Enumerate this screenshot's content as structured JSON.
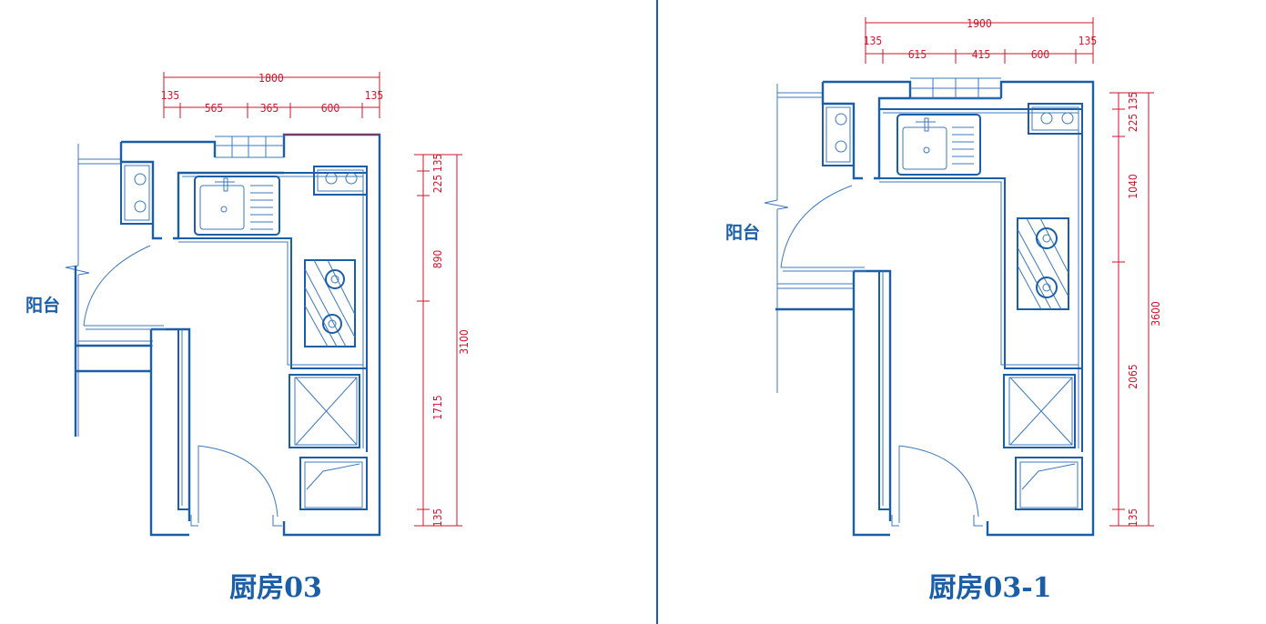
{
  "plans": [
    {
      "title": "厨房03",
      "balcony_label": "阳台",
      "top_dims": {
        "total": "1800",
        "left_wall": "135",
        "segments": [
          "565",
          "365",
          "600"
        ],
        "right_wall": "135"
      },
      "side_dims": {
        "segments": [
          "135",
          "225",
          "890",
          "1715",
          "135"
        ],
        "total": "3100"
      }
    },
    {
      "title": "厨房03-1",
      "balcony_label": "阳台",
      "top_dims": {
        "total": "1900",
        "left_wall": "135",
        "segments": [
          "615",
          "415",
          "600"
        ],
        "right_wall": "135"
      },
      "side_dims": {
        "segments": [
          "135",
          "225",
          "1040",
          "2065",
          "135"
        ],
        "total": "3600"
      }
    }
  ]
}
